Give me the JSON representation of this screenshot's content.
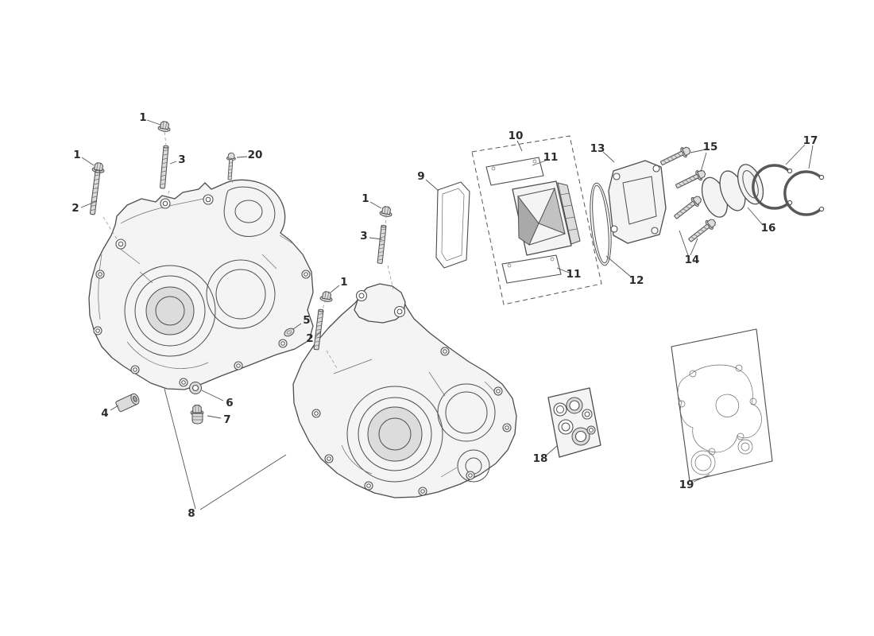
{
  "diagram": {
    "kind": "exploded-parts-diagram"
  },
  "colors": {
    "background": "#ffffff",
    "outline": "#4d4d4d",
    "fill_light": "#f4f4f4",
    "fill_mid": "#dcdcdc",
    "fill_dark": "#a9a9a9",
    "callout_text": "#2b2b2b"
  },
  "callouts": [
    {
      "id": "1a",
      "label": "1"
    },
    {
      "id": "3a",
      "label": "3"
    },
    {
      "id": "1b",
      "label": "1"
    },
    {
      "id": "2a",
      "label": "2"
    },
    {
      "id": "20",
      "label": "20"
    },
    {
      "id": "1c",
      "label": "1"
    },
    {
      "id": "3b",
      "label": "3"
    },
    {
      "id": "1d",
      "label": "1"
    },
    {
      "id": "2b",
      "label": "2"
    },
    {
      "id": "5",
      "label": "5"
    },
    {
      "id": "4",
      "label": "4"
    },
    {
      "id": "6",
      "label": "6"
    },
    {
      "id": "7",
      "label": "7"
    },
    {
      "id": "8",
      "label": "8"
    },
    {
      "id": "9",
      "label": "9"
    },
    {
      "id": "10",
      "label": "10"
    },
    {
      "id": "11a",
      "label": "11"
    },
    {
      "id": "11b",
      "label": "11"
    },
    {
      "id": "12",
      "label": "12"
    },
    {
      "id": "13",
      "label": "13"
    },
    {
      "id": "15",
      "label": "15"
    },
    {
      "id": "14",
      "label": "14"
    },
    {
      "id": "16",
      "label": "16"
    },
    {
      "id": "17",
      "label": "17"
    },
    {
      "id": "18",
      "label": "18"
    },
    {
      "id": "19",
      "label": "19"
    }
  ]
}
